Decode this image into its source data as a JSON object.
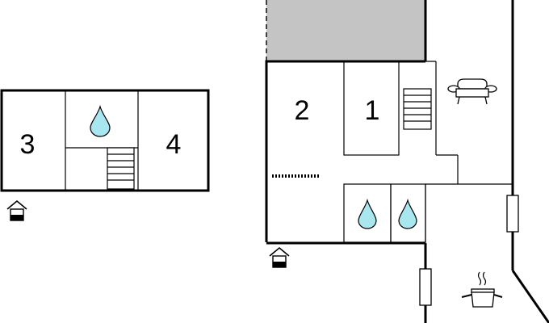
{
  "floorplan": {
    "rooms": [
      {
        "number": "3"
      },
      {
        "number": "4"
      },
      {
        "number": "2"
      },
      {
        "number": "1"
      }
    ],
    "icons": {
      "water": "water-drop-icon",
      "stairs": "stairs-icon",
      "entrance": "entrance-icon",
      "sofa": "sofa-icon",
      "cooking_pot": "cooking-pot-icon",
      "radiator": "radiator-icon"
    },
    "colors": {
      "water_drop": "#a8e6f0",
      "shaded_area": "#c4c4c4",
      "wall": "#000000"
    }
  }
}
